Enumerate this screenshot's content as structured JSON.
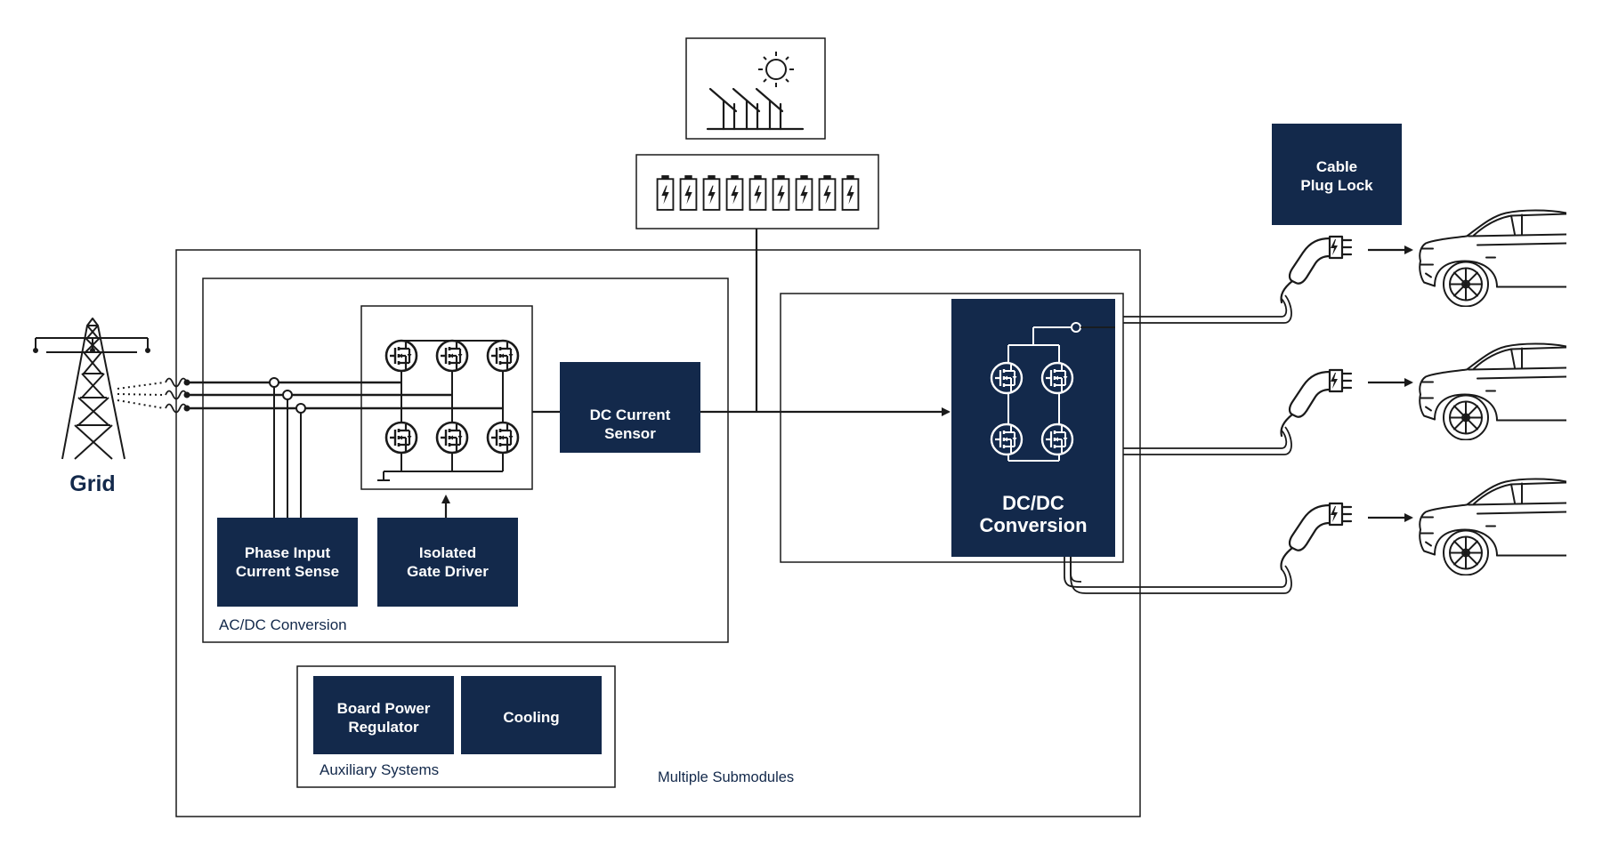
{
  "grid_label": "Grid",
  "cable_plug_lock": {
    "line1": "Cable",
    "line2": "Plug Lock"
  },
  "dc_current_sensor": {
    "line1": "DC Current",
    "line2": "Sensor"
  },
  "phase_input_current_sense": {
    "line1": "Phase Input",
    "line2": "Current Sense"
  },
  "isolated_gate_driver": {
    "line1": "Isolated",
    "line2": "Gate Driver"
  },
  "ac_dc_conversion_label": "AC/DC Conversion",
  "dc_dc_conversion": {
    "line1": "DC/DC",
    "line2": "Conversion"
  },
  "board_power_regulator": {
    "line1": "Board Power",
    "line2": "Regulator"
  },
  "cooling_label": "Cooling",
  "auxiliary_systems_label": "Auxiliary Systems",
  "multiple_submodules_label": "Multiple Submodules",
  "colors": {
    "navy": "#13294b",
    "line": "#1a1a1a",
    "background": "#ffffff"
  },
  "icons": [
    "transmission-tower-icon",
    "solar-panel-icon",
    "sun-icon",
    "battery-icon",
    "mosfet-icon",
    "ev-charger-plug-icon",
    "car-icon",
    "arrow-icon"
  ]
}
